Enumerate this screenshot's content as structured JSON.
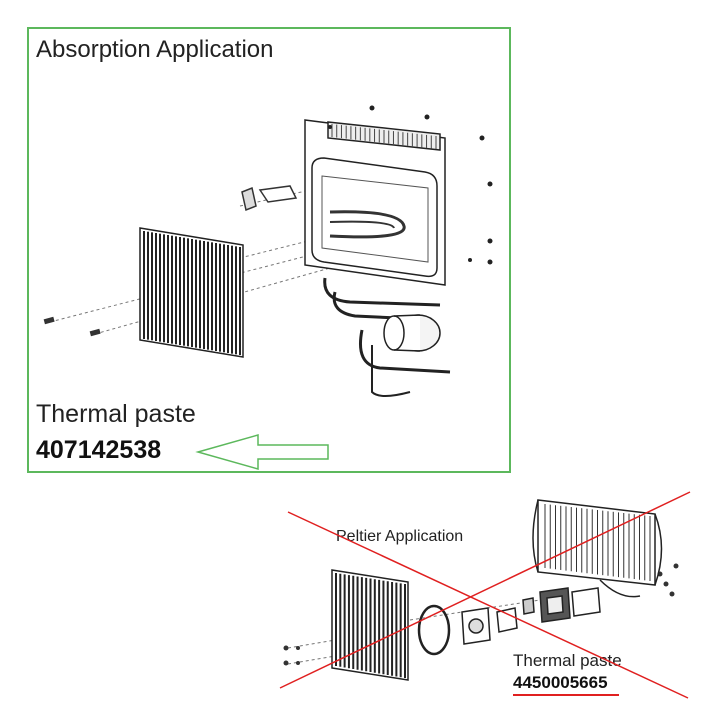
{
  "absorption": {
    "title": "Absorption Application",
    "paste_label": "Thermal paste",
    "paste_code": "407142538"
  },
  "peltier": {
    "title": "Peltier Application",
    "paste_label": "Thermal paste",
    "paste_code": "4450005665"
  },
  "colors": {
    "frame": "#5cb85c",
    "arrow": "#5cb85c",
    "cross": "#e02020",
    "line": "#333333"
  }
}
